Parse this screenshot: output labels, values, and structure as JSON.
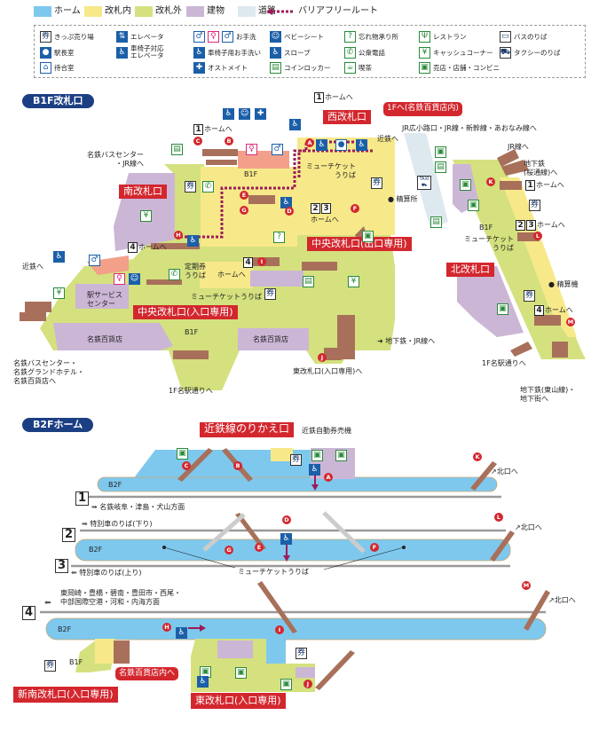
{
  "legend": {
    "colors": [
      {
        "label": "ホーム",
        "color": "#7ec8ee"
      },
      {
        "label": "改札内",
        "color": "#f7e98a"
      },
      {
        "label": "改札外",
        "color": "#d4e17e"
      },
      {
        "label": "建物",
        "color": "#cbb6d6"
      },
      {
        "label": "道路",
        "color": "#dde8ef"
      }
    ],
    "barrier_free_route": "バリアフリールート",
    "barrier_free_color": "#9c1c5a",
    "items": [
      {
        "icon": "ticket-machine-icon",
        "label": "きっぷ売り場"
      },
      {
        "icon": "station-master-icon",
        "label": "駅長室"
      },
      {
        "icon": "waiting-room-icon",
        "label": "待合室"
      },
      {
        "icon": "elevator-icon",
        "label": "エレベータ"
      },
      {
        "icon": "wheelchair-elevator-icon",
        "label": "車椅子対応\nエレベータ"
      },
      {
        "icon": "toilet-icon",
        "label": "お手洗"
      },
      {
        "icon": "wheelchair-toilet-icon",
        "label": "車椅子用お手洗い"
      },
      {
        "icon": "ostomate-icon",
        "label": "オストメイト"
      },
      {
        "icon": "baby-seat-icon",
        "label": "ベビーシート"
      },
      {
        "icon": "slope-icon",
        "label": "スロープ"
      },
      {
        "icon": "coin-locker-icon",
        "label": "コインロッカー"
      },
      {
        "icon": "lost-and-found-icon",
        "label": "忘れ物承り所"
      },
      {
        "icon": "public-phone-icon",
        "label": "公衆電話"
      },
      {
        "icon": "cafe-icon",
        "label": "喫茶"
      },
      {
        "icon": "restaurant-icon",
        "label": "レストラン"
      },
      {
        "icon": "cash-corner-icon",
        "label": "キャッシュコーナー"
      },
      {
        "icon": "shop-icon",
        "label": "売店・店舗・コンビニ"
      },
      {
        "icon": "bus-icon",
        "label": "バスのりば"
      },
      {
        "icon": "taxi-icon",
        "label": "タクシーのりば"
      }
    ]
  },
  "b1f": {
    "title": "B1F改札口",
    "gates": {
      "south": "南改札口",
      "west": "西改札口",
      "central_in": "中央改札口(入口専用)",
      "central_out": "中央改札口(出口専用)",
      "north": "北改札口",
      "to_1f": "1Fへ(名鉄百貨店内)"
    },
    "floor": "B1F",
    "labels": {
      "home1": "ホームへ",
      "home4": "ホームへ",
      "home23": "ホームへ",
      "home4b": "ホームへ",
      "home1_right": "ホームへ",
      "home23_right": "ホームへ",
      "home4_right": "ホームへ",
      "home1_west": "ホームへ",
      "bus_jr": "名鉄バスセンター\n・JR線へ",
      "kintetsu_left": "近鉄へ",
      "kintetsu_west": "近鉄へ",
      "service_center": "駅サービス\nセンター",
      "commuter_pass": "定期券\nうりば",
      "mu_ticket_central": "ミューチケットうりば",
      "mu_ticket_west": "ミューチケット\nうりば",
      "mu_ticket_north": "ミューチケット\nうりば",
      "dept_left": "名鉄百貨店",
      "dept_right": "名鉄百貨店",
      "bus_hotel_dept": "名鉄バスセンター・\n名鉄グランドホテル・\n名鉄百貨店へ",
      "meieki_1f_left": "1F名駅通りへ",
      "meieki_1f_right": "1F名駅通りへ",
      "east_gate_to": "東改札口(入口専用)へ",
      "subway_jr": "地下鉄・JR線へ",
      "jr_hirokoji": "JR広小路口・JR線・新幹線・あおなみ線へ",
      "fare_office": "精算所",
      "fare_machine": "精算機",
      "jr_line": "JR線へ",
      "subway_sakura": "地下鉄\n(桜通線)へ",
      "subway_higashiyama": "地下鉄(東山線)・\n地下街へ",
      "taxi": "TAXI"
    },
    "markers": [
      "A",
      "B",
      "C",
      "D",
      "E",
      "F",
      "G",
      "H",
      "I",
      "J",
      "K",
      "L",
      "M"
    ]
  },
  "b2f": {
    "title": "B2Fホーム",
    "kintetsu_transfer": "近鉄線のりかえ口",
    "kintetsu_ticket_machine": "近鉄自動券売機",
    "floor": "B2F",
    "floor_b1f": "B1F",
    "tracks": [
      {
        "num": "1",
        "direction": "名鉄岐阜・津島・犬山方面"
      },
      {
        "num": "2",
        "direction": "特別車のりば(下り)"
      },
      {
        "num": "3",
        "direction": "特別車のりば(上り)"
      },
      {
        "num": "4",
        "direction": "東岡崎・豊橋・碧南・豊田市・西尾・\n中部国際空港・河和・内海方面"
      }
    ],
    "north_exit": "北口へ",
    "mu_ticket": "ミューチケットうりば",
    "to_dept": "名鉄百貨店内へ",
    "new_south_gate": "新南改札口(入口専用)",
    "east_gate": "東改札口(入口専用)",
    "markers": [
      "A",
      "B",
      "C",
      "D",
      "E",
      "F",
      "G",
      "H",
      "I",
      "J",
      "K",
      "L",
      "M"
    ]
  }
}
